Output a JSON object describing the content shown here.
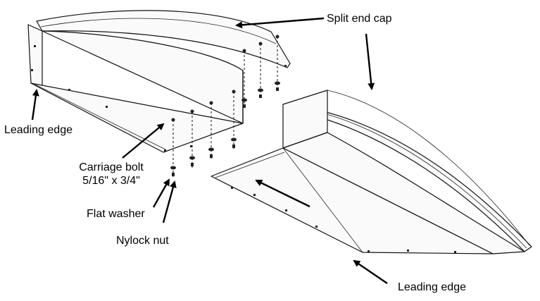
{
  "diagram": {
    "labels": {
      "split_end_cap": "Split end cap",
      "leading_edge_left": "Leading edge",
      "carriage_bolt_line1": "Carriage bolt",
      "carriage_bolt_line2": "5/16\" x 3/4\"",
      "flat_washer": "Flat washer",
      "nylock_nut": "Nylock nut",
      "leading_edge_right": "Leading edge"
    },
    "colors": {
      "line": "#111111",
      "background": "#ffffff"
    }
  }
}
